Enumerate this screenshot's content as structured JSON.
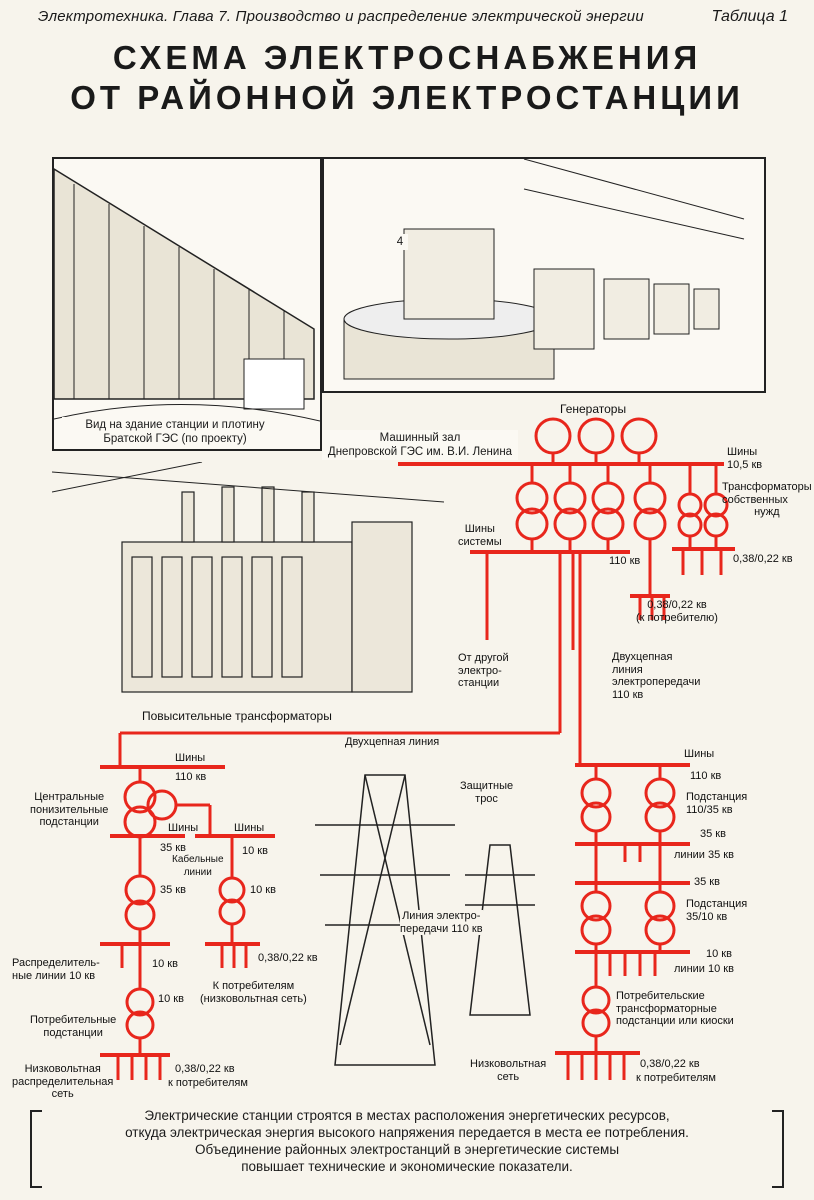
{
  "header": {
    "subject": "Электротехника. Глава 7. Производство и распределение электрической энергии",
    "table_no": "Таблица 1"
  },
  "title": {
    "line1": "СХЕМА ЭЛЕКТРОСНАБЖЕНИЯ",
    "line2": "ОТ РАЙОННОЙ ЭЛЕКТРОСТАНЦИИ"
  },
  "pictures": {
    "dam": {
      "caption1": "Вид на здание станции и плотину",
      "caption2": "Братской ГЭС (по проекту)"
    },
    "hall": {
      "caption1": "Машинный зал",
      "caption2": "Днепровской ГЭС им. В.И. Ленина",
      "unit_no": "4"
    },
    "transformers": {
      "caption": "Повысительные трансформаторы"
    },
    "line": {
      "caption1": "Линия электро-",
      "caption2": "передачи 110 кв",
      "wire_label1": "Защитные",
      "wire_label2": "трос"
    }
  },
  "labels": {
    "generators": "Генераторы",
    "busbars_105_1": "Шины",
    "busbars_105_2": "10,5 кв",
    "aux_tr_1": "Трансформаторы",
    "aux_tr_2": "собственных",
    "aux_tr_3": "нужд",
    "aux_out": "0,38/0,22 кв",
    "sys_bus_1": "Шины",
    "sys_bus_2": "системы",
    "kv110_top": "110 кв",
    "from_other_1": "От другой",
    "from_other_2": "электро-",
    "from_other_3": "станции",
    "consumer_038_1": "0,38/0,22 кв",
    "consumer_038_2": "(к потребителю)",
    "double_line_1": "Двухцепная",
    "double_line_2": "линия",
    "double_line_3": "электропередачи",
    "double_line_4": "110 кв",
    "double_line_h": "Двухцепная линия",
    "left_bus_1": "Шины",
    "left_bus_2": "110 кв",
    "central_1": "Центральные",
    "central_2": "понизительные",
    "central_3": "подстанции",
    "bus35_1": "Шины",
    "bus35_2": "35 кв",
    "bus10_1": "Шины",
    "bus10_2": "10 кв",
    "cable_1": "Кабельные",
    "cable_2": "линии",
    "kv35_mid": "35 кв",
    "kv10_mid": "10 кв",
    "distr_1": "Распределитель-",
    "distr_2": "ные линии 10 кв",
    "kv10_low": "10 кв",
    "kv038_mid": "0,38/0,22 кв",
    "to_consumers_1": "К потребителям",
    "to_consumers_2": "(низковольтная сеть)",
    "kv10_sub": "10 кв",
    "consumer_sub_1": "Потребительные",
    "consumer_sub_2": "подстанции",
    "lv_left_1": "Низковольтная",
    "lv_left_2": "распределительная",
    "lv_left_3": "сеть",
    "lv_left_kv": "0,38/0,22 кв",
    "lv_left_to": "к потребителям",
    "right_bus_1": "Шины",
    "right_bus_2": "110 кв",
    "sub110_1": "Подстанция",
    "sub110_2": "110/35 кв",
    "kv35_r": "35 кв",
    "lines35": "линии 35 кв",
    "kv35_r2": "35 кв",
    "sub35_1": "Подстанция",
    "sub35_2": "35/10 кв",
    "kv10_r": "10 кв",
    "lines10": "линии 10 кв",
    "cons_tr_1": "Потребительские",
    "cons_tr_2": "трансформаторные",
    "cons_tr_3": "подстанции или киоски",
    "lv_right_1": "Низковольтная",
    "lv_right_2": "сеть",
    "lv_right_kv": "0,38/0,22 кв",
    "lv_right_to": "к потребителям"
  },
  "footer": {
    "line1": "Электрические станции строятся в местах расположения энергетических ресурсов,",
    "line2": "откуда электрическая энергия высокого напряжения передается в места ее потребления.",
    "line3": "Объединение районных электростанций в энергетические системы",
    "line4": "повышает технические и экономические показатели."
  },
  "colors": {
    "red": "#e8261c",
    "ink": "#1a1a1a",
    "paper": "#f7f4ec"
  }
}
